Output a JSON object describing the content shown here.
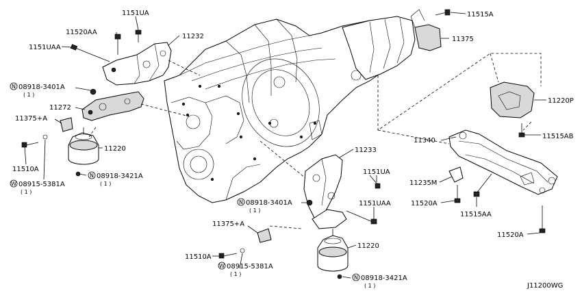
{
  "diagram_id": "J11200WG",
  "callouts": {
    "p11232": "11232",
    "p1151UA_top": "1151UA",
    "p11520AA": "11520AA",
    "p1151UAA_top": "1151UAA",
    "n08918_3401A_left": "08918-3401A",
    "n08918_3401A_left_qty": "( 1 )",
    "p11272": "11272",
    "p11375A_left": "11375+A",
    "p11220_left": "11220",
    "p11510A_left": "11510A",
    "n08918_3421A_left": "08918-3421A",
    "n08918_3421A_left_qty": "( 1 )",
    "w08915_5381A_left": "08915-5381A",
    "w08915_5381A_left_qty": "( 1 )",
    "p11515A": "11515A",
    "p11375": "11375",
    "p11220P": "11220P",
    "p11515AB": "11515AB",
    "p11340": "11340",
    "p11235M": "11235M",
    "p11520A_mid": "11520A",
    "p11515AA": "11515AA",
    "p11520A_bottom": "11520A",
    "p11233": "11233",
    "p1151UA_mid": "1151UA",
    "n08918_3401A_mid": "08918-3401A",
    "n08918_3401A_mid_qty": "( 1 )",
    "p1151UAA_mid": "1151UAA",
    "p11375A_mid": "11375+A",
    "p11220_mid": "11220",
    "p11510A_mid": "11510A",
    "w08915_5381A_mid": "08915-5381A",
    "w08915_5381A_mid_qty": "( 1 )",
    "n08918_3421A_mid": "08918-3421A",
    "n08918_3421A_mid_qty": "( 1 )"
  },
  "symbols": {
    "nut": "N",
    "washer": "W"
  }
}
